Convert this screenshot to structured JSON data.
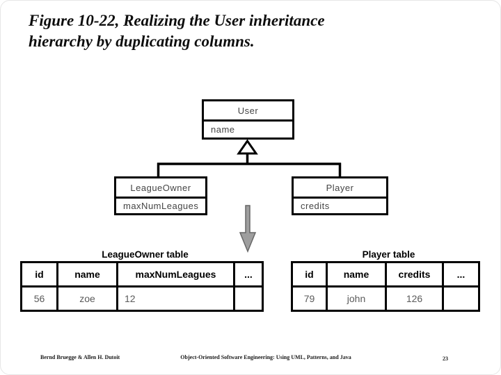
{
  "title": {
    "line1": "Figure 10-22, Realizing the User inheritance",
    "line2": "hierarchy by duplicating columns."
  },
  "uml": {
    "user": {
      "name": "User",
      "attribute": "name"
    },
    "league_owner": {
      "name": "LeagueOwner",
      "attribute": "maxNumLeagues"
    },
    "player": {
      "name": "Player",
      "attribute": "credits"
    }
  },
  "tables": [
    {
      "title": "LeagueOwner table",
      "headers": [
        "id",
        "name",
        "maxNumLeagues",
        "..."
      ],
      "rows": [
        [
          "56",
          "zoe",
          "12",
          ""
        ]
      ]
    },
    {
      "title": "Player table",
      "headers": [
        "id",
        "name",
        "credits",
        "..."
      ],
      "rows": [
        [
          "79",
          "john",
          "126",
          ""
        ]
      ]
    }
  ],
  "icons": {
    "inheritance_triangle": "uml-generalization-hollow-triangle",
    "down_arrow": "gray-mapping-down-arrow"
  },
  "colors": {
    "arrow_fill": "#9e9e9e",
    "arrow_stroke": "#676767",
    "line": "#000000",
    "data_text": "#5a5a5a"
  },
  "footer": {
    "authors": "Bernd Bruegge & Allen H. Dutoit",
    "book": "Object-Oriented Software Engineering: Using UML, Patterns, and Java",
    "page": "23"
  }
}
